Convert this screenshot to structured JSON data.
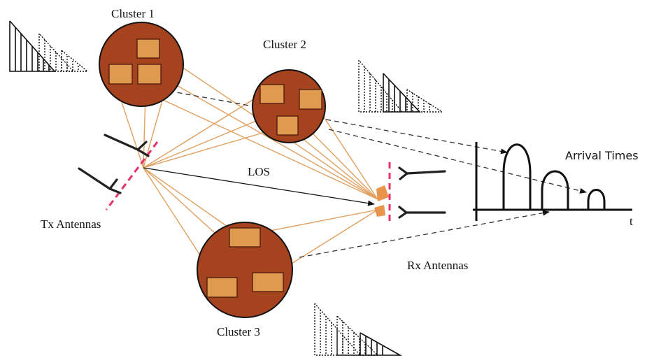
{
  "labels": {
    "cluster1": "Cluster 1",
    "cluster2": "Cluster 2",
    "cluster3": "Cluster 3",
    "los": "LOS",
    "tx": "Tx Antennas",
    "rx": "Rx Antennas",
    "arrival": "Arrival Times",
    "t_axis": "t"
  },
  "colors": {
    "cluster_fill": "#a5431e",
    "scatterer_fill": "#e09a50",
    "ray": "#e0a060",
    "array_axis": "#e8306a"
  }
}
